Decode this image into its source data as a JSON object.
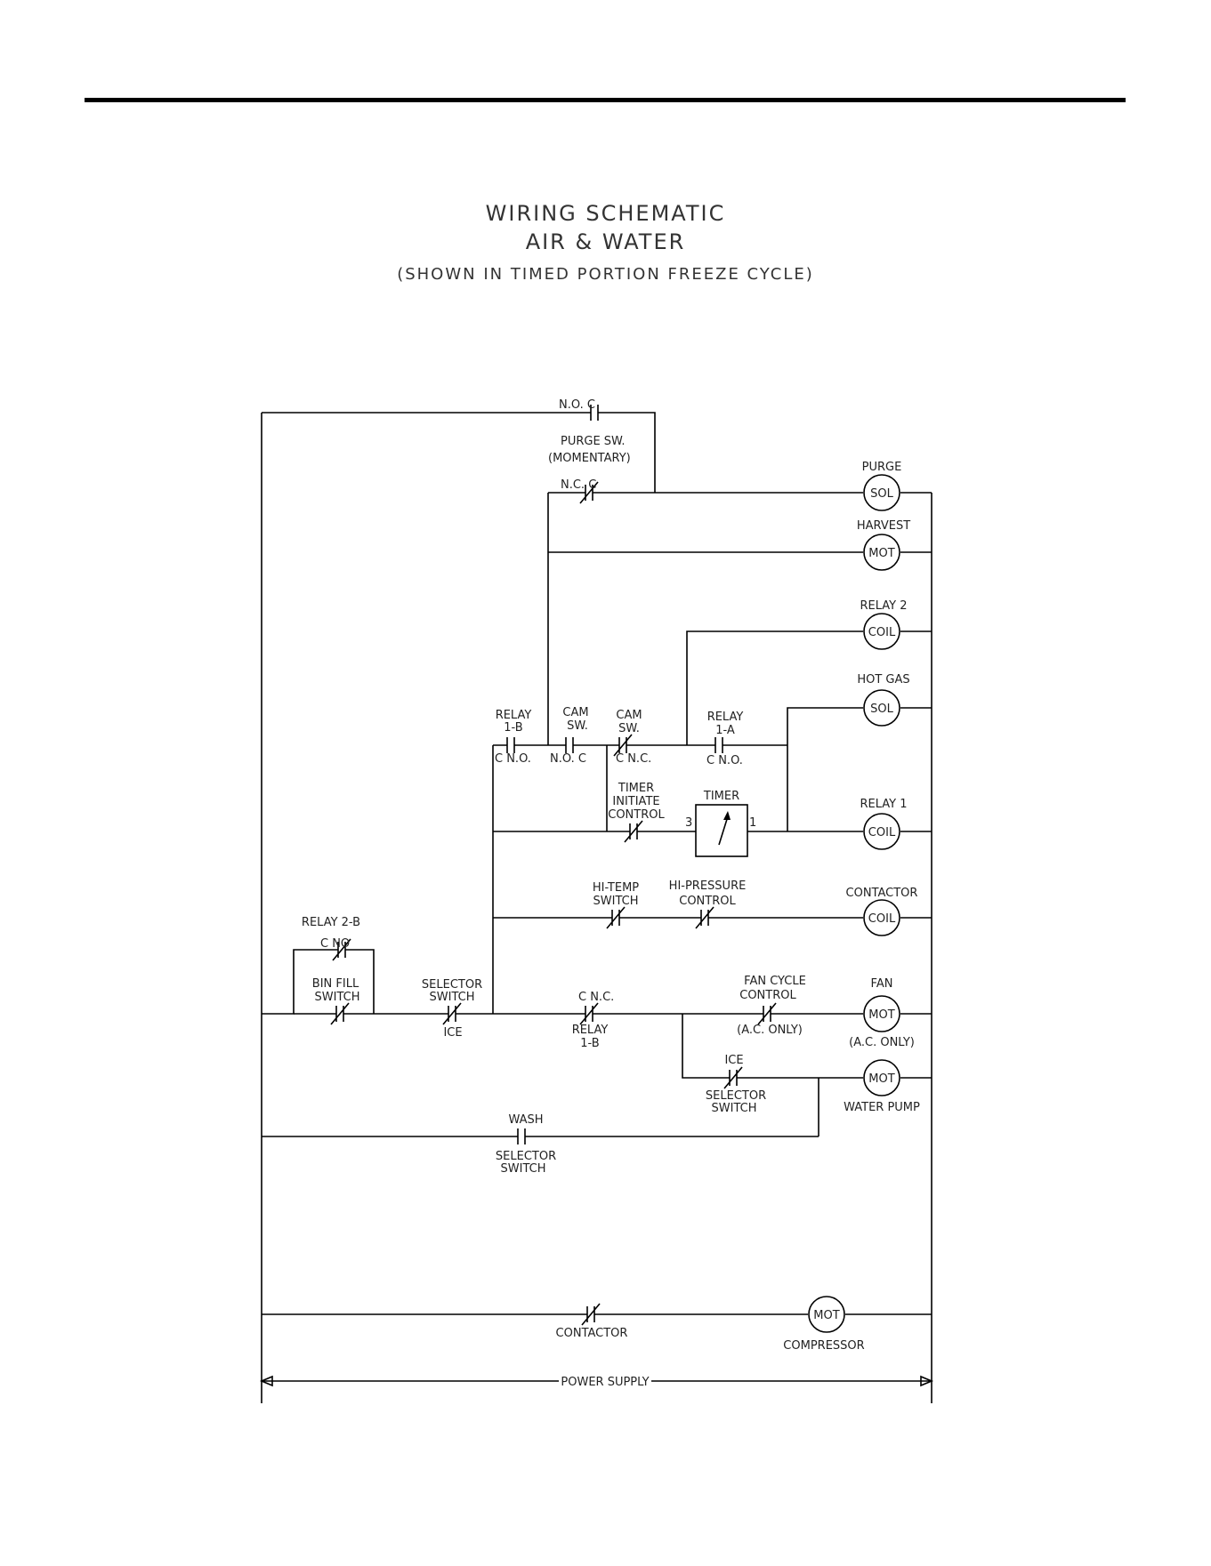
{
  "title": {
    "line1": "WIRING SCHEMATIC",
    "line2": "AIR & WATER",
    "line3": "(SHOWN IN TIMED PORTION FREEZE CYCLE)"
  },
  "labels": {
    "no_c_top": "N.O.    C",
    "purge_sw": "PURGE SW.",
    "momentary": "(MOMENTARY)",
    "nc_c": "N.C.    C",
    "purge": "PURGE",
    "harvest": "HARVEST",
    "relay2": "RELAY 2",
    "hot_gas": "HOT GAS",
    "relay1": "RELAY 1",
    "contactor_lbl": "CONTACTOR",
    "fan": "FAN",
    "ac_only_fan": "(A.C. ONLY)",
    "water_pump": "WATER PUMP",
    "compressor": "COMPRESSOR",
    "power_supply": "POWER SUPPLY",
    "relay1b_top": "RELAY",
    "relay1b_top2": "1-B",
    "relay1b_contacts": "C    N.O.",
    "cam_sw1": "CAM",
    "cam_sw1b": "SW.",
    "cam_sw1_contacts": "N.O.   C",
    "cam_sw2": "CAM",
    "cam_sw2b": "SW.",
    "cam_sw2_contacts": "C    N.C.",
    "relay1a": "RELAY",
    "relay1a_2": "1-A",
    "relay1a_contacts": "C    N.O.",
    "timer_initiate1": "TIMER",
    "timer_initiate2": "INITIATE",
    "timer_initiate3": "CONTROL",
    "timer": "TIMER",
    "timer_pin3": "3",
    "timer_pin1": "1",
    "hi_temp1": "HI-TEMP",
    "hi_temp2": "SWITCH",
    "hi_press1": "HI-PRESSURE",
    "hi_press2": "CONTROL",
    "relay2b": "RELAY 2-B",
    "relay2b_contacts": "C    NO",
    "bin_fill1": "BIN FILL",
    "bin_fill2": "SWITCH",
    "sel_sw1": "SELECTOR",
    "sel_sw2": "SWITCH",
    "sel_ice": "ICE",
    "relay1b_low_contacts": "C    N.C.",
    "relay1b_low1": "RELAY",
    "relay1b_low2": "1-B",
    "fan_cycle1": "FAN CYCLE",
    "fan_cycle2": "CONTROL",
    "fan_cycle3": "(A.C. ONLY)",
    "ice_sel1": "ICE",
    "ice_sel2": "SELECTOR",
    "ice_sel3": "SWITCH",
    "wash1": "WASH",
    "wash2": "SELECTOR",
    "wash3": "SWITCH",
    "contactor_sw": "CONTACTOR"
  },
  "symbols": {
    "sol": "SOL",
    "mot": "MOT",
    "coil": "COIL"
  }
}
